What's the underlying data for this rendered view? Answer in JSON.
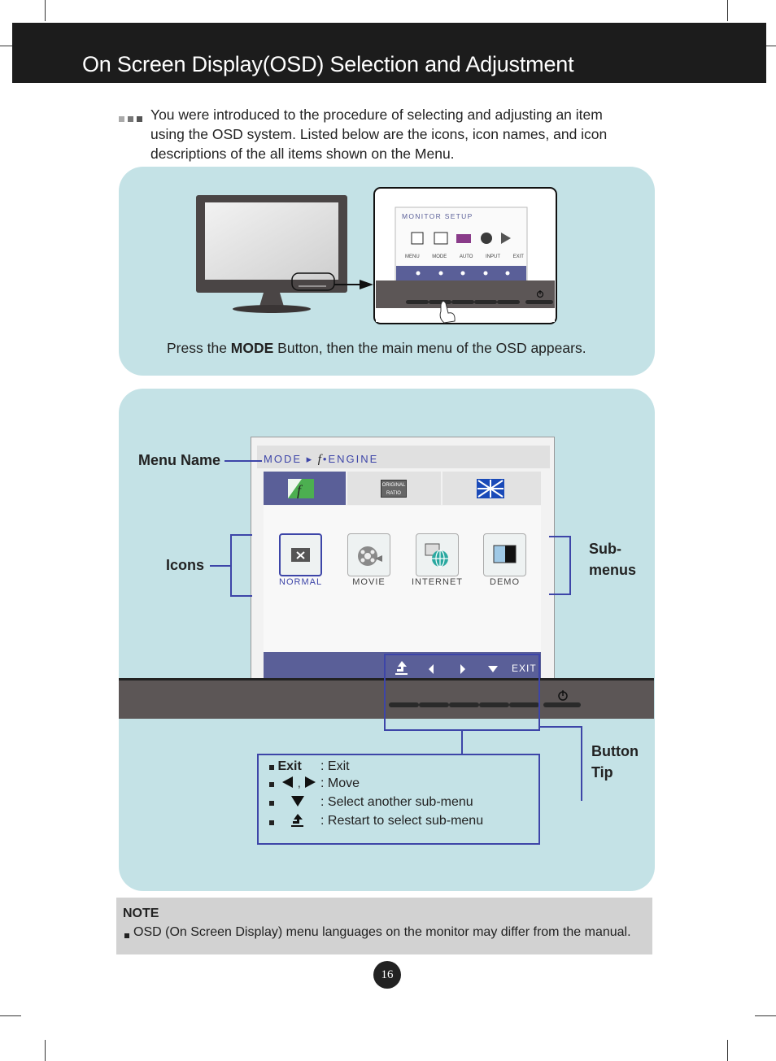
{
  "header": {
    "title": "On Screen Display(OSD) Selection and Adjustment"
  },
  "intro": {
    "text": "You were introduced to the procedure of selecting and adjusting an item using the OSD system. Listed below are the icons, icon names, and icon descriptions of the all items shown on the Menu."
  },
  "top_panel": {
    "monitor_setup_title": "MONITOR SETUP",
    "menu_items": [
      "MENU",
      "MODE",
      "AUTO",
      "INPUT",
      "EXIT"
    ],
    "caption_prefix": "Press the ",
    "caption_bold": "MODE",
    "caption_suffix": " Button, then the main menu of the OSD appears."
  },
  "osd": {
    "menu_name_prefix": "MODE",
    "menu_name_suffix": "ENGINE",
    "f_glyph": "f",
    "ratio_label_top": "ORIGINAL",
    "ratio_label_bottom": "RATIO",
    "submenus": [
      "NORMAL",
      "MOVIE",
      "INTERNET",
      "DEMO"
    ],
    "bottom_exit": "EXIT"
  },
  "callouts": {
    "menu_name": "Menu Name",
    "icons": "Icons",
    "sub_menus_1": "Sub-",
    "sub_menus_2": "menus",
    "button_tip_1": "Button",
    "button_tip_2": "Tip"
  },
  "button_tip": {
    "exit_label": "Exit",
    "exit_desc": ": Exit",
    "move_sep": ",",
    "move_desc": ": Move",
    "select_desc": ": Select another sub-menu",
    "restart_desc": ": Restart to select sub-menu"
  },
  "note": {
    "title": "NOTE",
    "text": "OSD (On Screen Display) menu languages on the monitor may differ from the manual."
  },
  "page": {
    "number": "16"
  },
  "colors": {
    "panel": "#c4e2e6",
    "osd_bar": "#5a5f98",
    "accent": "#3d45a8",
    "bezel": "#5c5656"
  }
}
